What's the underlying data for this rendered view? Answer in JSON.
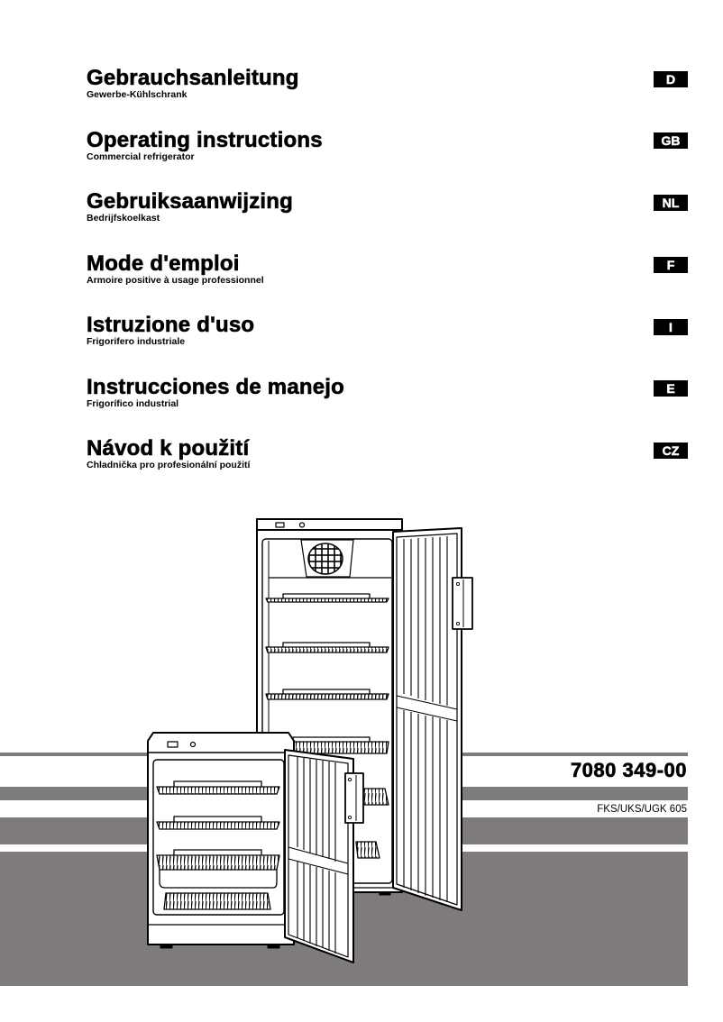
{
  "document": {
    "languages": [
      {
        "code": "D",
        "title": "Gebrauchsanleitung",
        "subtitle": "Gewerbe-Kühlschrank"
      },
      {
        "code": "GB",
        "title": "Operating instructions",
        "subtitle": "Commercial refrigerator"
      },
      {
        "code": "NL",
        "title": "Gebruiksaanwijzing",
        "subtitle": "Bedrijfskoelkast"
      },
      {
        "code": "F",
        "title": "Mode d'emploi",
        "subtitle": "Armoire positive à usage professionnel"
      },
      {
        "code": "I",
        "title": "Istruzione d'uso",
        "subtitle": "Frigorifero industriale"
      },
      {
        "code": "E",
        "title": "Instrucciones de manejo",
        "subtitle": "Frigorífico industrial"
      },
      {
        "code": "CZ",
        "title": "Návod k použití",
        "subtitle": "Chladnička pro profesionální použití"
      }
    ],
    "document_number": "7080 349-00",
    "model": "FKS/UKS/UGK 605",
    "colors": {
      "stripe_gray": "#7f7b7d",
      "badge_bg": "#000000",
      "badge_text": "#ffffff"
    },
    "illustration": {
      "description": "Two commercial refrigerators with open doors (tall and under-counter)"
    }
  }
}
